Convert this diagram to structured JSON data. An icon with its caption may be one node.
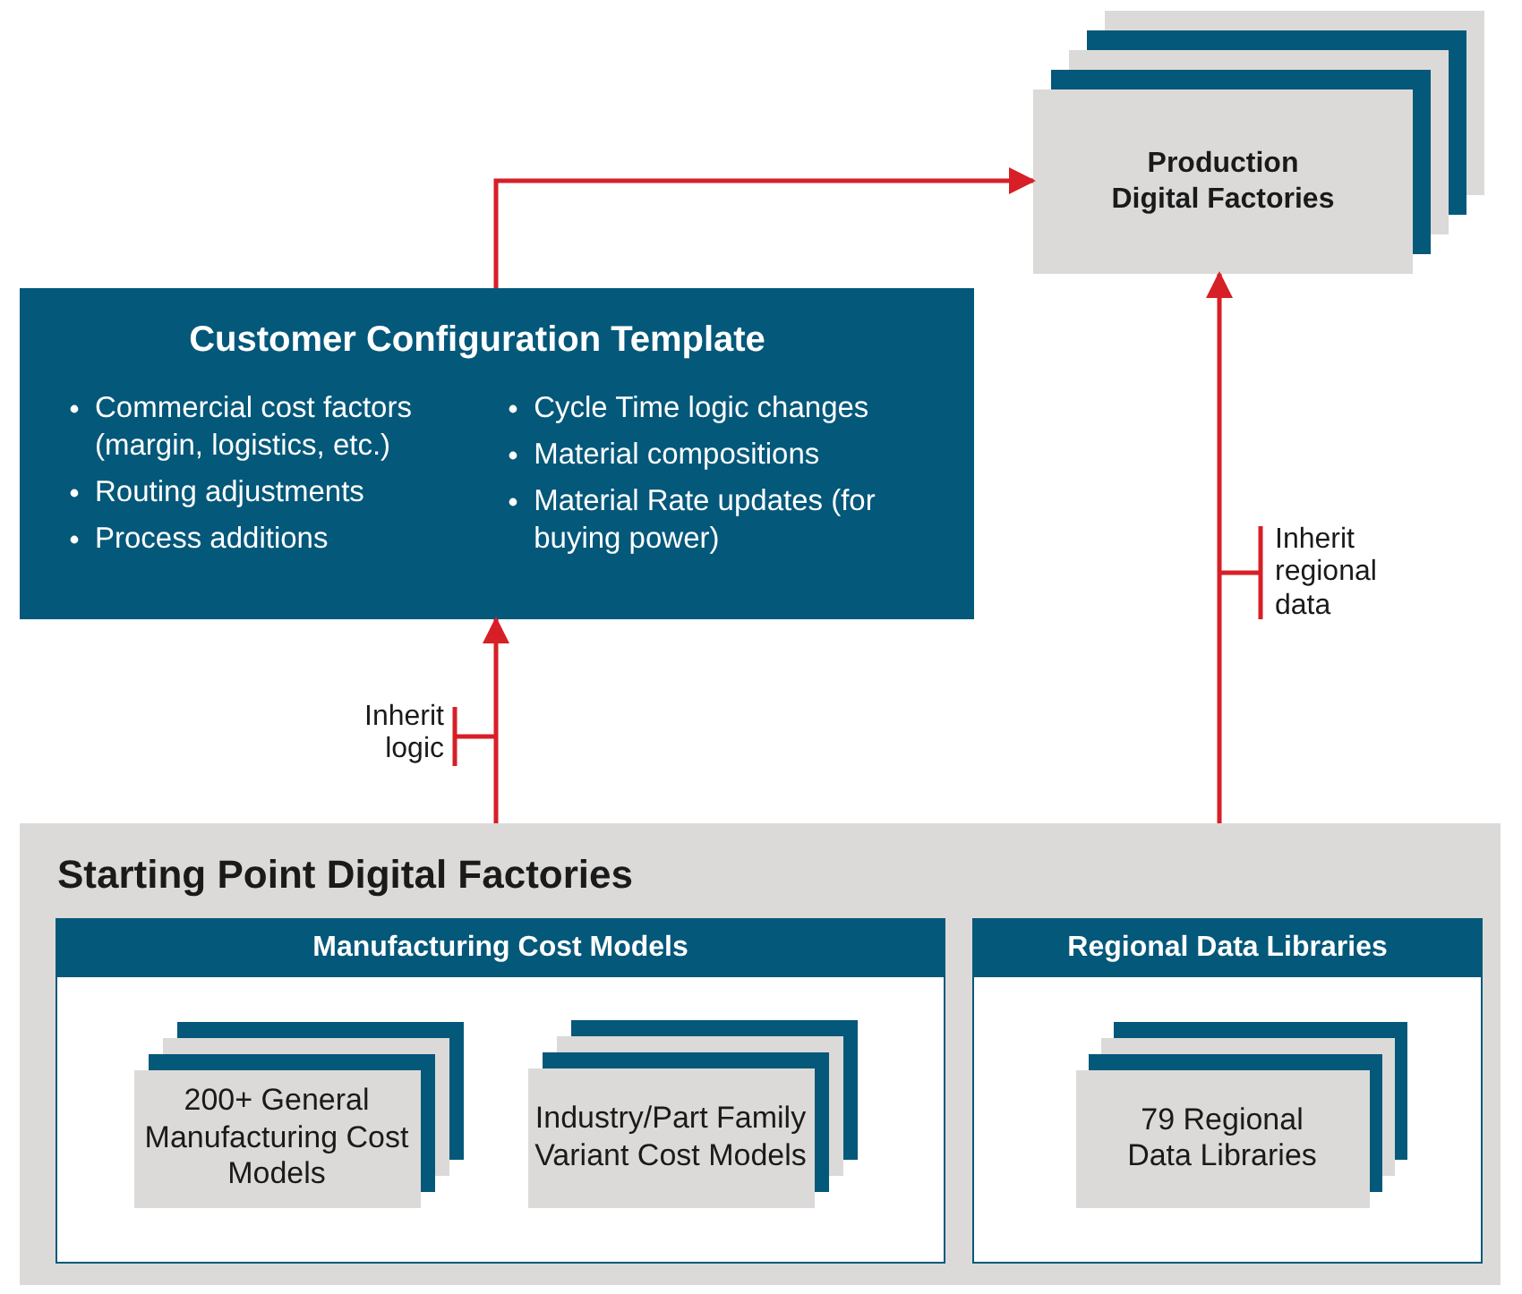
{
  "diagram": {
    "nodes": [
      {
        "text": [
          "Production Digital Factories"
        ]
      },
      {
        "text": [
          "Customer Configuration Template",
          "Commercial cost factors (margin, logistics, etc.)",
          "Routing adjustments",
          "Process additions",
          "Cycle Time logic changes",
          "Material compositions",
          "Material Rate updates (for buying power)"
        ]
      },
      {
        "text": [
          "Starting Point Digital Factories"
        ]
      },
      {
        "text": [
          "Manufacturing Cost Models"
        ],
        "in": 2
      },
      {
        "text": [
          "200+ General Manufacturing Cost Models"
        ],
        "in": 3
      },
      {
        "text": [
          "Industry/Part Family Variant Cost Models"
        ],
        "in": 3
      },
      {
        "text": [
          "Regional Data Libraries"
        ],
        "in": 2
      },
      {
        "text": [
          "79 Regional Data Libraries"
        ],
        "in": 6
      }
    ],
    "edges": [
      {
        "from": 1,
        "to": 0,
        "arrow": "to"
      },
      {
        "from": 2,
        "to": 1,
        "arrow": "to",
        "label": "Inherit logic"
      },
      {
        "from": 2,
        "to": 0,
        "arrow": "to",
        "label": "Inherit regional data"
      }
    ]
  }
}
